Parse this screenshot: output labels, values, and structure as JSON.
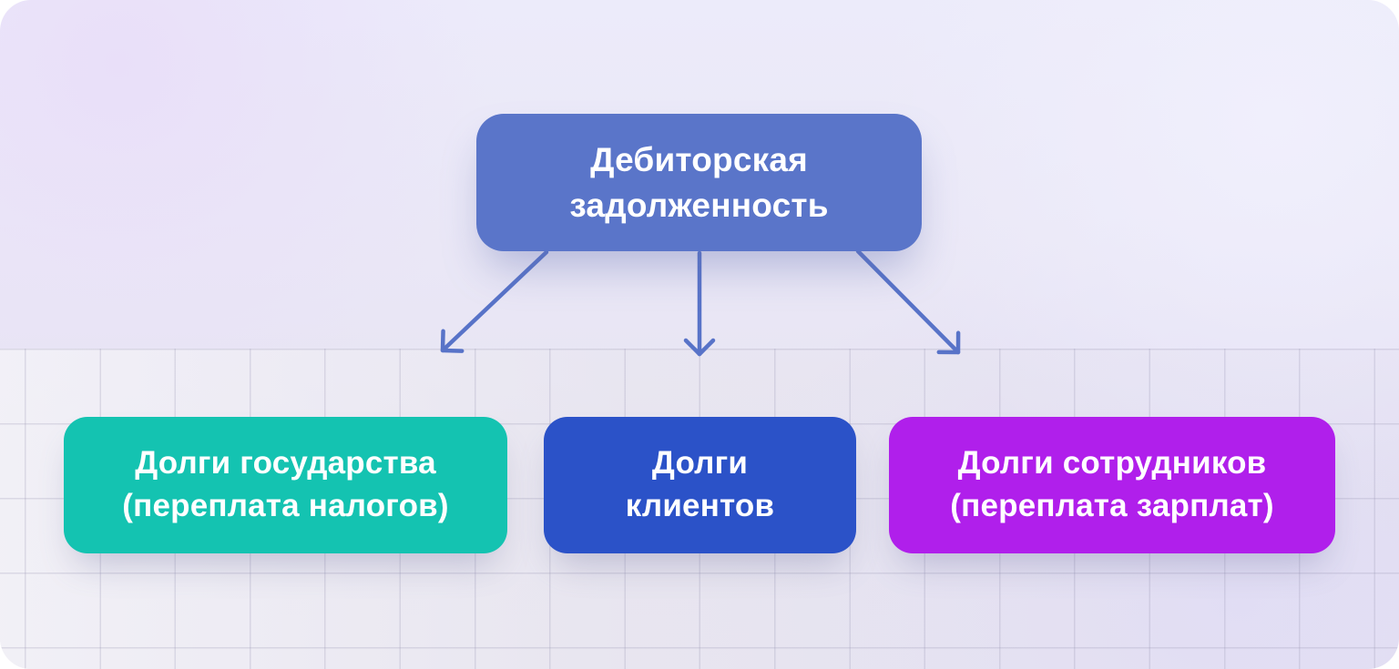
{
  "colors": {
    "root_box": "#5a75c9",
    "teal_box": "#14c3b1",
    "blue_box": "#2b52c8",
    "purple_box": "#b01feb",
    "arrow": "#5873c8",
    "label_text": "#ffffff"
  },
  "diagram": {
    "root": {
      "label": "Дебиторская\nзадолженность",
      "color": "#5a75c9"
    },
    "children": [
      {
        "label": "Долги государства\n(переплата налогов)",
        "color": "#14c3b1"
      },
      {
        "label": "Долги\nклиентов",
        "color": "#2b52c8"
      },
      {
        "label": "Долги сотрудников\n(переплата зарплат)",
        "color": "#b01feb"
      }
    ]
  }
}
